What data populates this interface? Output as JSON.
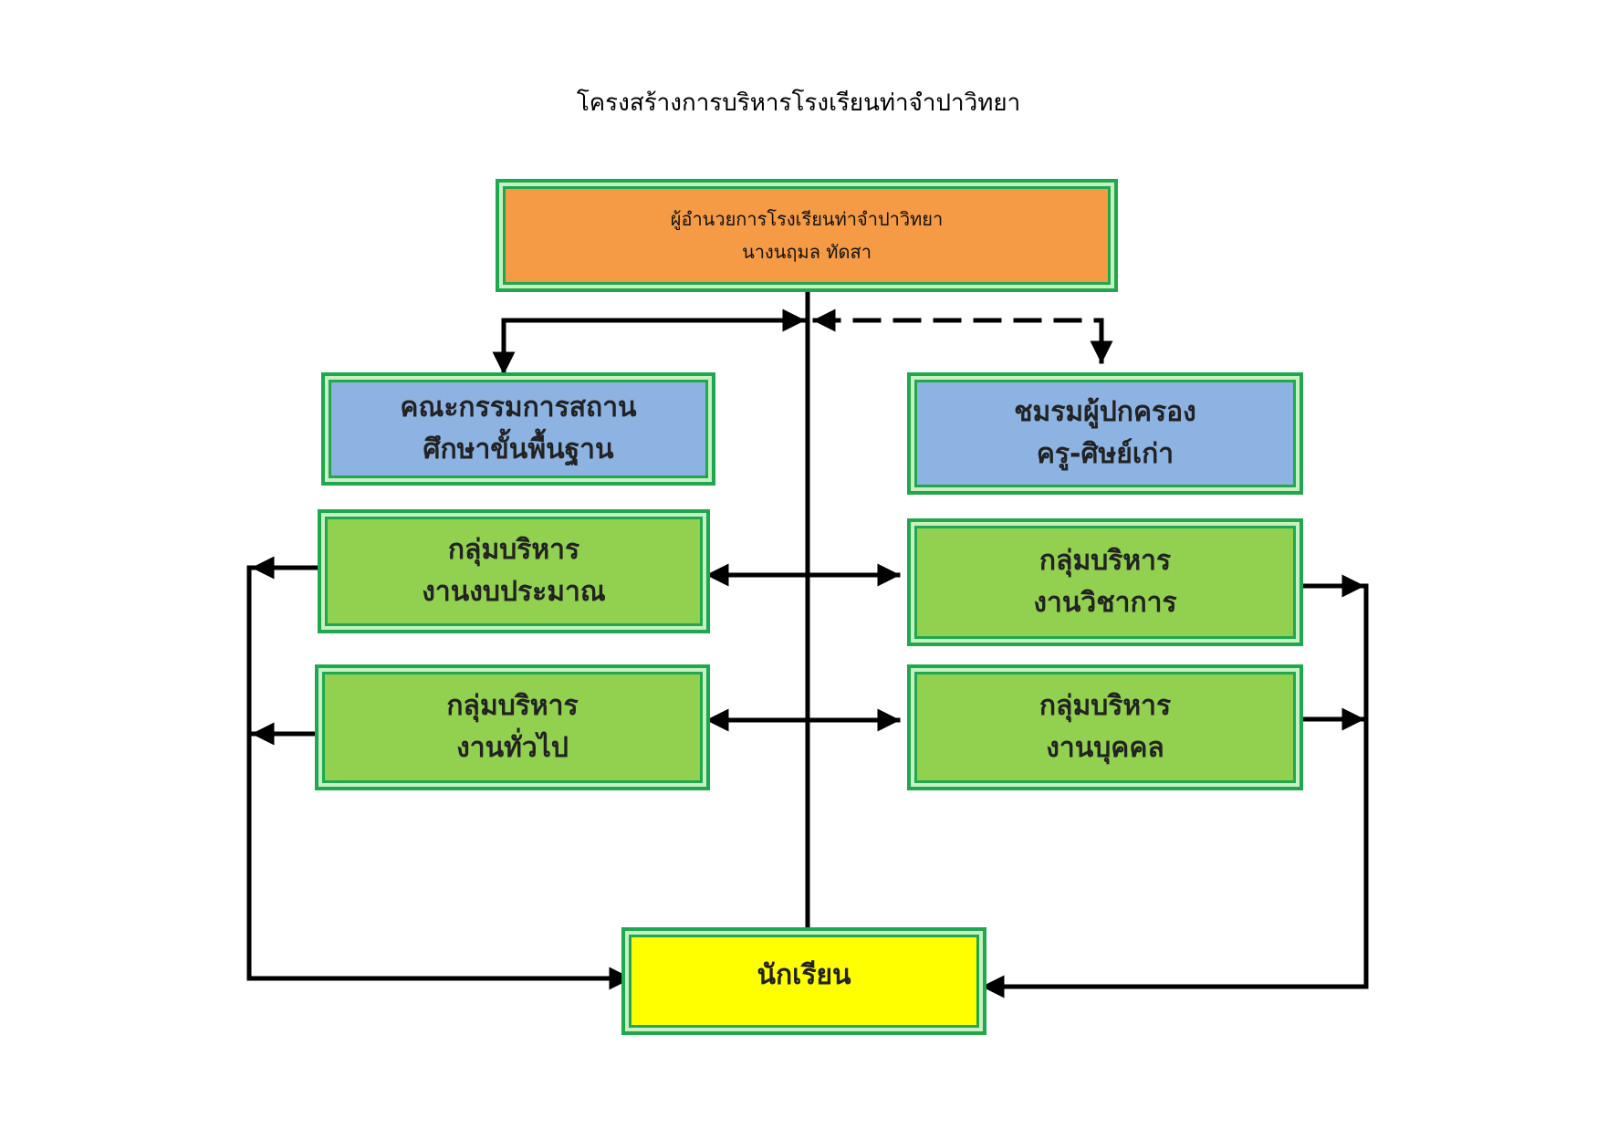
{
  "title": "โครงสร้างการบริหารโรงเรียนท่าจำปาวิทยา",
  "director": {
    "line1": "ผู้อำนวยการโรงเรียนท่าจำปาวิทยา",
    "line2": "นางนฤมล  ทัดสา"
  },
  "board": {
    "line1": "คณะกรรมการสถาน",
    "line2": "ศึกษาขั้นพื้นฐาน"
  },
  "parents": {
    "line1": "ชมรมผู้ปกครอง",
    "line2": "ครู-ศิษย์เก่า"
  },
  "budget": {
    "line1": "กลุ่มบริหาร",
    "line2": "งานงบประมาณ"
  },
  "academic": {
    "line1": "กลุ่มบริหาร",
    "line2": "งานวิชาการ"
  },
  "general": {
    "line1": "กลุ่มบริหาร",
    "line2": "งานทั่วไป"
  },
  "personnel": {
    "line1": "กลุ่มบริหาร",
    "line2": "งานบุคคล"
  },
  "students": {
    "label": "นักเรียน"
  },
  "colors": {
    "director": "#f59a45",
    "board": "#8db3e2",
    "group": "#92d050",
    "students": "#ffff00",
    "frame": "#1fa84f",
    "line": "#000000"
  }
}
